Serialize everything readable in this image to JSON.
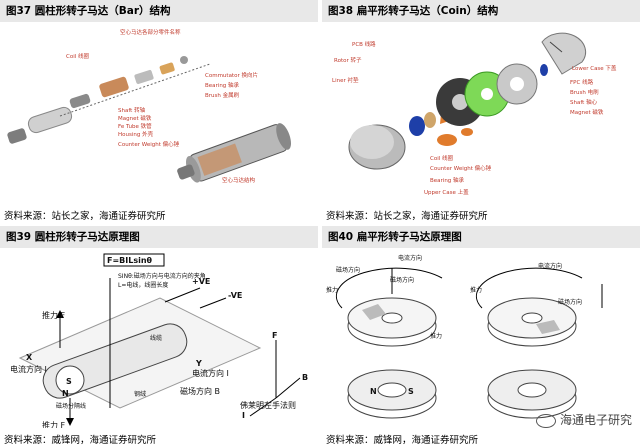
{
  "panels": {
    "p37": {
      "title": "图37 圆柱形转子马达（Bar）结构",
      "source": "资料来源：站长之家，海通证券研究所",
      "labels": {
        "top": "空心马达各部分零件名称",
        "coil": "Coil 线圈",
        "commutator": "Commutator 换向片",
        "bearing": "Bearing 轴承",
        "brush": "Brush 金属刷",
        "shaft": "Shaft 转轴",
        "magnet": "Magnet 磁铁",
        "fe_sleeve": "Fe Tube 铁管",
        "housing": "Housing 外壳",
        "counter_weight": "Counter Weight 偏心锤",
        "bottom": "空心马达结构"
      }
    },
    "p38": {
      "title": "图38 扁平形转子马达（Coin）结构",
      "source": "资料来源：站长之家，海通证券研究所",
      "labels": {
        "pcb": "PCB 线路",
        "rotor": "Rotor 转子",
        "lower_case": "Lower Case 下盖",
        "liner": "Liner 衬垫",
        "fpc": "FPC 线路",
        "brush": "Brush 电刷",
        "shaft": "Shaft 轴心",
        "magnet": "Magnet 磁铁",
        "coil": "Coil 线圈",
        "counter_weight": "Counter Weight 偏心锤",
        "bearing": "Bearing 轴承",
        "upper_case": "Upper Case 上盖"
      }
    },
    "p39": {
      "title": "图39 圆柱形转子马达原理图",
      "source": "资料来源：威锋网，海通证券研究所",
      "labels": {
        "formula": "F=BILsinθ",
        "note1": "SINθ:磁场方向与电流方向的夹角",
        "note2": "L=电线，线圈长度",
        "pve": "+VE",
        "nve": "-VE",
        "force_top": "推力 F",
        "cable": "线缆",
        "x": "X",
        "current": "电流方向 I",
        "y": "Y",
        "current2": "电流方向 I",
        "s": "S",
        "n": "N",
        "field_line": "磁场分隔线",
        "steel": "钢绒",
        "magdir": "磁场方向 B",
        "force_bottom": "推力 F",
        "lefthand": "佛莱明左手法则",
        "axis_f": "F",
        "axis_i": "I",
        "axis_b": "B"
      }
    },
    "p40": {
      "title": "图40 扁平形转子马达原理图",
      "source": "资料来源：威锋网，海通证券研究所",
      "labels": {
        "current": "电流方向",
        "magnet": "磁场方向",
        "field1": "磁场方向",
        "force1": "推力",
        "force2": "推力",
        "current2": "电流方向",
        "field2": "磁场方向",
        "force3": "推力",
        "n": "N",
        "s": "S"
      }
    }
  },
  "watermark": "海通电子研究"
}
